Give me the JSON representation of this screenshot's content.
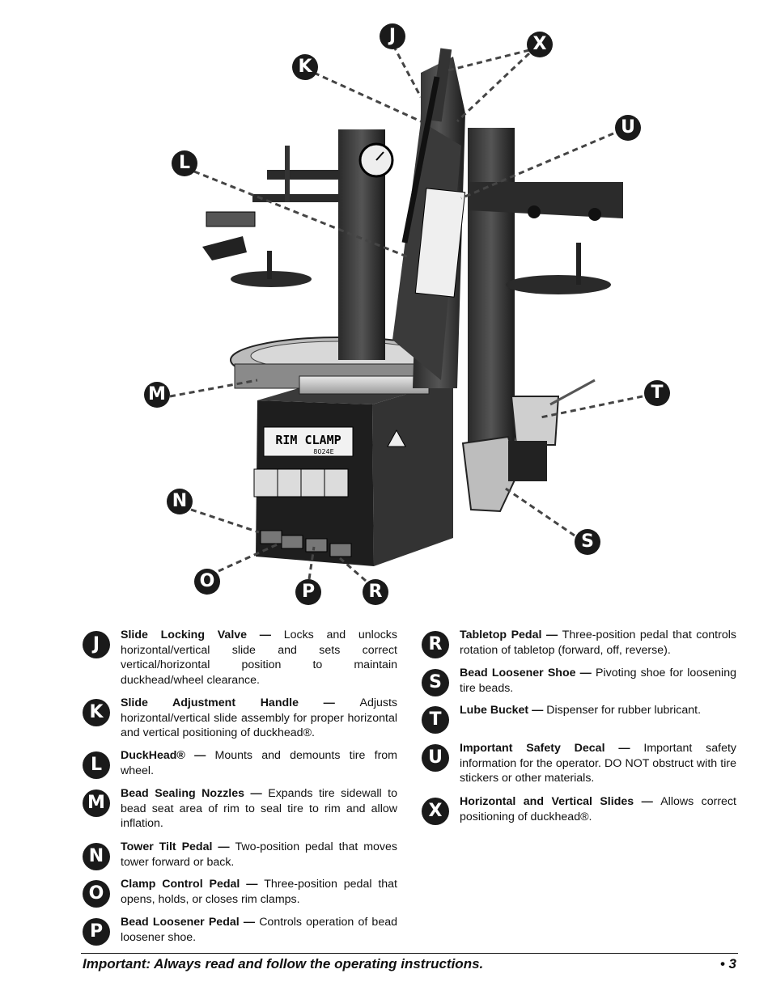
{
  "figure": {
    "panel_title": "RIM CLAMP",
    "panel_model": "8024E",
    "callouts": [
      "J",
      "K",
      "L",
      "M",
      "N",
      "O",
      "P",
      "R",
      "S",
      "T",
      "U",
      "X"
    ]
  },
  "legend": {
    "left": [
      {
        "letter": "J",
        "term": "Slide Locking Valve",
        "dash": " — ",
        "desc": "Locks and unlocks horizontal/vertical slide and sets correct vertical/horizontal position to maintain duckhead/wheel clearance."
      },
      {
        "letter": "K",
        "term": "Slide Adjustment Handle",
        "dash": " — ",
        "desc": "Adjusts horizontal/vertical slide assembly for proper horizontal and vertical positioning of duckhead®."
      },
      {
        "letter": "L",
        "term": "DuckHead®",
        "dash": " — ",
        "desc": "Mounts and demounts tire from wheel."
      },
      {
        "letter": "M",
        "term": "Bead Sealing Nozzles",
        "dash": " — ",
        "desc": "Expands tire sidewall to bead seat area of rim to seal tire to rim and allow inflation."
      },
      {
        "letter": "N",
        "term": "Tower Tilt Pedal",
        "dash": " — ",
        "desc": "Two-position pedal that moves tower forward or back."
      },
      {
        "letter": "O",
        "term": "Clamp Control Pedal",
        "dash": " — ",
        "desc": "Three-position pedal that opens, holds, or closes rim clamps."
      },
      {
        "letter": "P",
        "term": "Bead Loosener Pedal",
        "dash": " — ",
        "desc": "Controls operation of bead loosener shoe."
      }
    ],
    "right": [
      {
        "letter": "R",
        "term": "Tabletop Pedal",
        "dash": " — ",
        "desc": "Three-position pedal that controls rotation of tabletop (forward, off, reverse)."
      },
      {
        "letter": "S",
        "term": "Bead Loosener Shoe",
        "dash": " — ",
        "desc": "Pivoting shoe for loosening tire beads."
      },
      {
        "letter": "T",
        "term": "Lube Bucket",
        "dash": " — ",
        "desc": "Dispenser for rubber lubricant."
      },
      {
        "letter": "U",
        "term": "Important Safety Decal",
        "dash": " — ",
        "desc": "Important safety information for the operator. DO NOT obstruct with tire stickers or other materials."
      },
      {
        "letter": "X",
        "term": "Horizontal and Vertical Slides",
        "dash": " — ",
        "desc": "Allows correct positioning of duckhead®."
      }
    ]
  },
  "footer": {
    "note": "Important: Always read and follow the operating instructions.",
    "page": "• 3"
  }
}
